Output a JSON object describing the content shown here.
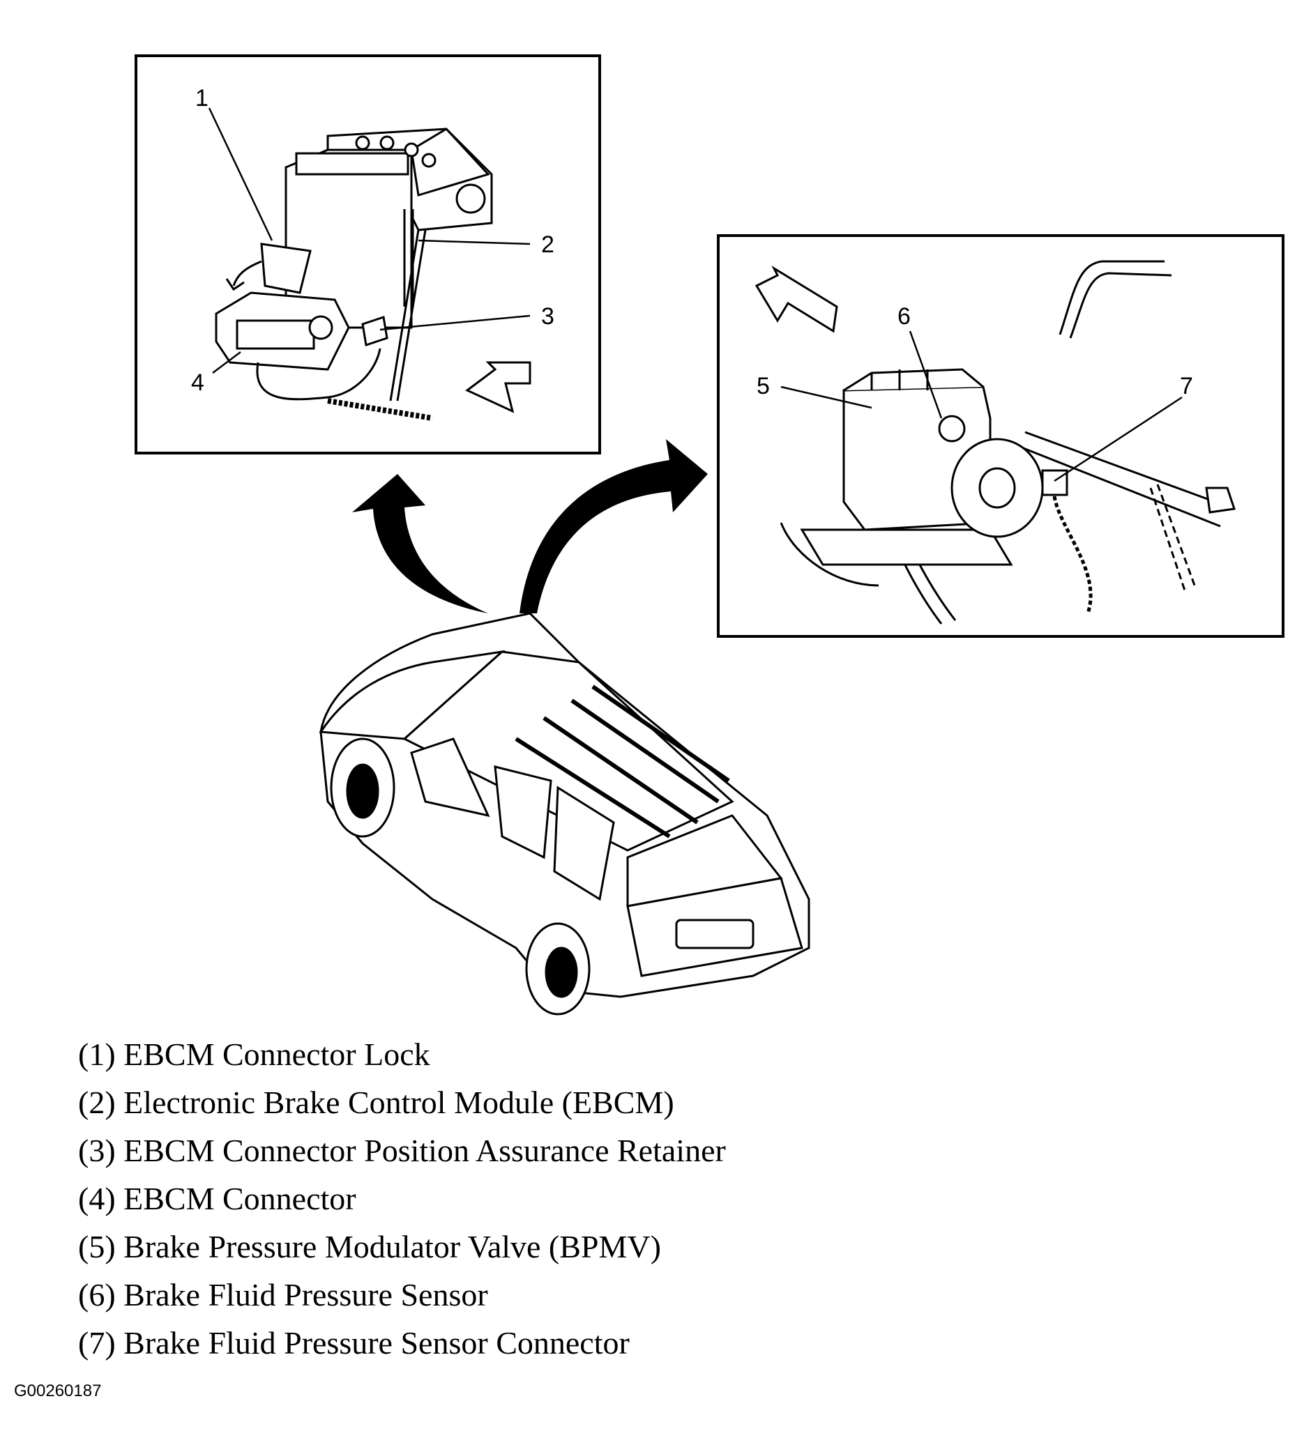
{
  "callouts": {
    "c1": "1",
    "c2": "2",
    "c3": "3",
    "c4": "4",
    "c5": "5",
    "c6": "6",
    "c7": "7"
  },
  "legend": [
    "(1) EBCM Connector Lock",
    "(2) Electronic Brake Control Module (EBCM)",
    "(3) EBCM Connector Position Assurance Retainer",
    "(4) EBCM Connector",
    "(5) Brake Pressure Modulator Valve (BPMV)",
    "(6) Brake Fluid Pressure Sensor",
    "(7) Brake Fluid Pressure Sensor Connector"
  ],
  "figure_id": "G00260187",
  "colors": {
    "ink": "#000000",
    "paper": "#ffffff"
  }
}
